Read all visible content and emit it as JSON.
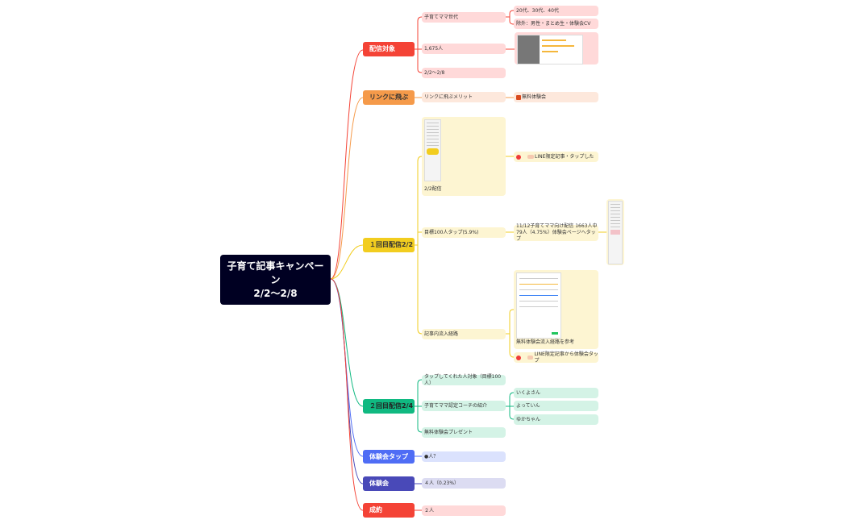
{
  "root": {
    "title_line1": "子育て記事キャンペー",
    "title_line2": "ン",
    "title_line3": "2/2〜2/8"
  },
  "colors": {
    "root_bg": "#000022",
    "target": "#f44336",
    "link": "#f59a4a",
    "first": "#f2cd1f",
    "second": "#10b981",
    "tap": "#4f6df5",
    "trial": "#4949b8",
    "deal": "#f44336"
  },
  "branches": {
    "target": {
      "label": "配信対象",
      "children": [
        {
          "label": "子育てママ世代",
          "children": [
            {
              "label": "20代、30代、40代"
            },
            {
              "label": "除外：男性・まとめ生・体験会CV"
            }
          ]
        },
        {
          "label": "1,675人",
          "children": [
            {
              "label": "[screenshot]"
            }
          ]
        },
        {
          "label": "2/2〜2/8"
        }
      ]
    },
    "link": {
      "label": "リンクに飛ぶ",
      "children": [
        {
          "label": "リンクに飛ぶメリット",
          "children": [
            {
              "label": "無料体験会"
            }
          ]
        }
      ]
    },
    "first": {
      "label": "１回目配信2/2",
      "children": [
        {
          "label": "2/2配信",
          "children": [
            {
              "label": "LINE限定記事・タップした"
            }
          ]
        },
        {
          "label": "目標100人タップ(5.9%)",
          "children": [
            {
              "label": "11/12子育てママ向け配信 1663人中79人（4.75%）体験会ページへタップ"
            }
          ]
        },
        {
          "label": "記事内流入経路",
          "children": [
            {
              "label": "無料体験会流入経路を参考"
            },
            {
              "label": "LINE限定記事から体験会タップ"
            }
          ]
        }
      ]
    },
    "second": {
      "label": "２回目配信2/4",
      "children": [
        {
          "label": "タップしてくれた人対象（目標100人）"
        },
        {
          "label": "子育てママ認定コーチの紹介",
          "children": [
            {
              "label": "いくよさん"
            },
            {
              "label": "よっていん"
            },
            {
              "label": "ゆかちゃん"
            }
          ]
        },
        {
          "label": "無料体験会プレゼント"
        }
      ]
    },
    "tap": {
      "label": "体験会タップ",
      "children": [
        {
          "label": "●人？"
        }
      ]
    },
    "trial": {
      "label": "体験会",
      "children": [
        {
          "label": "４人（0.23%）"
        }
      ]
    },
    "deal": {
      "label": "成約",
      "children": [
        {
          "label": "２人"
        }
      ]
    }
  }
}
